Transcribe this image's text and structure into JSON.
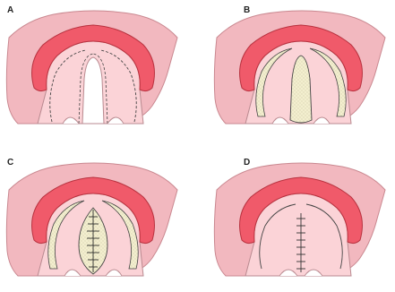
{
  "figure": {
    "panels": [
      {
        "letter": "A",
        "stage": "incisions-marked"
      },
      {
        "letter": "B",
        "stage": "flaps-elevated"
      },
      {
        "letter": "C",
        "stage": "midline-sutured"
      },
      {
        "letter": "D",
        "stage": "closure-complete"
      }
    ]
  },
  "colors": {
    "outer_lip": "#f2b8bf",
    "outer_lip_edge": "#c98890",
    "gum": "#f05a6a",
    "gum_edge": "#b8323f",
    "palate": "#fbd3d7",
    "palate_edge": "#b98a90",
    "raw_area": "#f3efcf",
    "raw_area_dots": "#b7b08a",
    "suture": "#333333",
    "background": "#ffffff"
  }
}
